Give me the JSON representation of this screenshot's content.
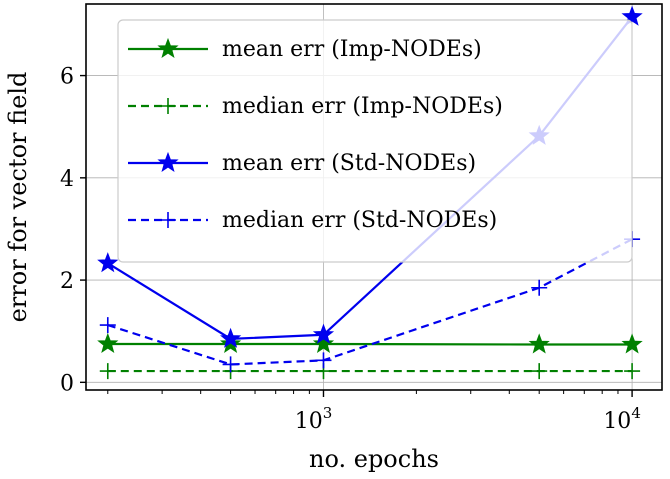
{
  "chart_data": {
    "type": "line",
    "title": "",
    "xlabel": "no. epochs",
    "ylabel": "error for vector field",
    "xscale": "log",
    "xlim": [
      170,
      12500
    ],
    "ylim": [
      -0.15,
      7.4
    ],
    "xticks": [
      {
        "value": 1000,
        "base": "10",
        "exp": "3"
      },
      {
        "value": 10000,
        "base": "10",
        "exp": "4"
      }
    ],
    "yticks": [
      0,
      2,
      4,
      6
    ],
    "grid": true,
    "legend_position": "top-center",
    "x": [
      200,
      500,
      1000,
      5000,
      10000
    ],
    "series": [
      {
        "name": "mean err (Imp-NODEs)",
        "color": "#008000",
        "linestyle": "solid",
        "marker": "star",
        "values": [
          0.75,
          0.75,
          0.75,
          0.74,
          0.74
        ]
      },
      {
        "name": "median err (Imp-NODEs)",
        "color": "#008000",
        "linestyle": "dashed",
        "marker": "plus",
        "values": [
          0.22,
          0.22,
          0.22,
          0.22,
          0.22
        ]
      },
      {
        "name": "mean err (Std-NODEs)",
        "color": "#0000ee",
        "linestyle": "solid",
        "marker": "star",
        "values": [
          2.33,
          0.85,
          0.93,
          4.82,
          7.15
        ]
      },
      {
        "name": "median err (Std-NODEs)",
        "color": "#0000ee",
        "linestyle": "dashed",
        "marker": "plus",
        "values": [
          1.12,
          0.35,
          0.43,
          1.85,
          2.8
        ]
      }
    ]
  }
}
